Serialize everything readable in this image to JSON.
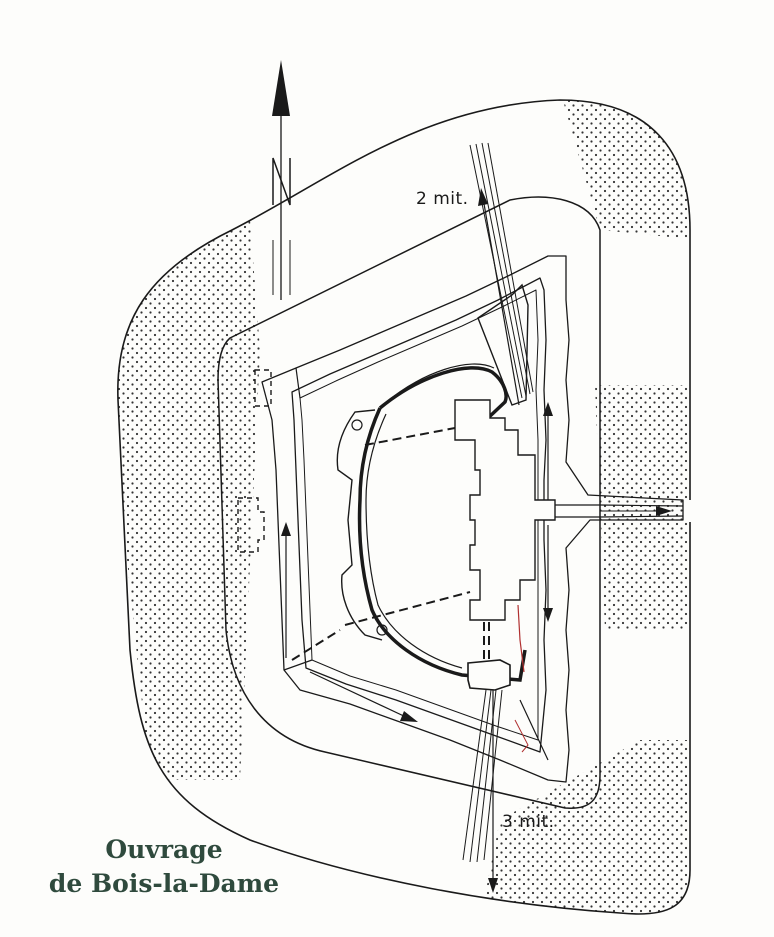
{
  "diagram": {
    "compass_letter": "N",
    "labels": {
      "north_fire": "2 mit.",
      "south_fire": "3 mit."
    },
    "title_line1": "Ouvrage",
    "title_line2": "de Bois-la-Dame"
  },
  "colors": {
    "ink": "#1a1a1a",
    "title": "#2f4a3d",
    "paper": "#fdfdfb",
    "red_accent": "#b03030"
  }
}
